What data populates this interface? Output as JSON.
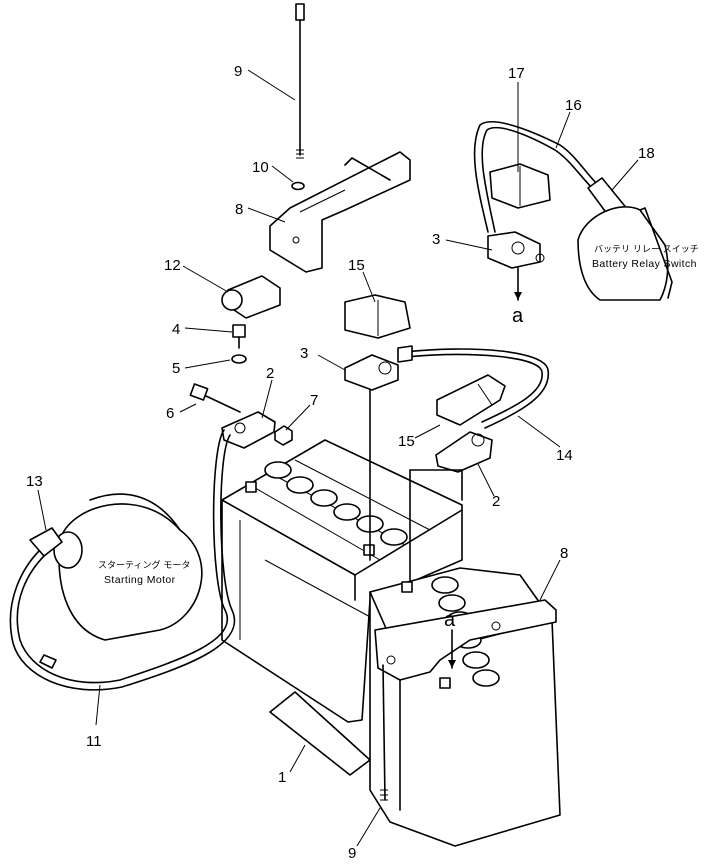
{
  "callouts": {
    "c9_top": "9",
    "c10": "10",
    "c8_top": "8",
    "c12": "12",
    "c15_top": "15",
    "c4": "4",
    "c5": "5",
    "c6": "6",
    "c2_left": "2",
    "c7": "7",
    "c3_mid": "3",
    "c15_mid": "15",
    "c14": "14",
    "c2_right": "2",
    "c17": "17",
    "c16": "16",
    "c18": "18",
    "c3_top": "3",
    "c13": "13",
    "c11": "11",
    "c8_bottom": "8",
    "c1": "1",
    "c9_bottom": "9"
  },
  "labels": {
    "relay_jp": "バッテリ リレー スイッチ",
    "relay_en": "Battery Relay Switch",
    "motor_jp": "スターティング モータ",
    "motor_en": "Starting Motor",
    "letter_a_top": "a",
    "letter_a_bottom": "a"
  }
}
